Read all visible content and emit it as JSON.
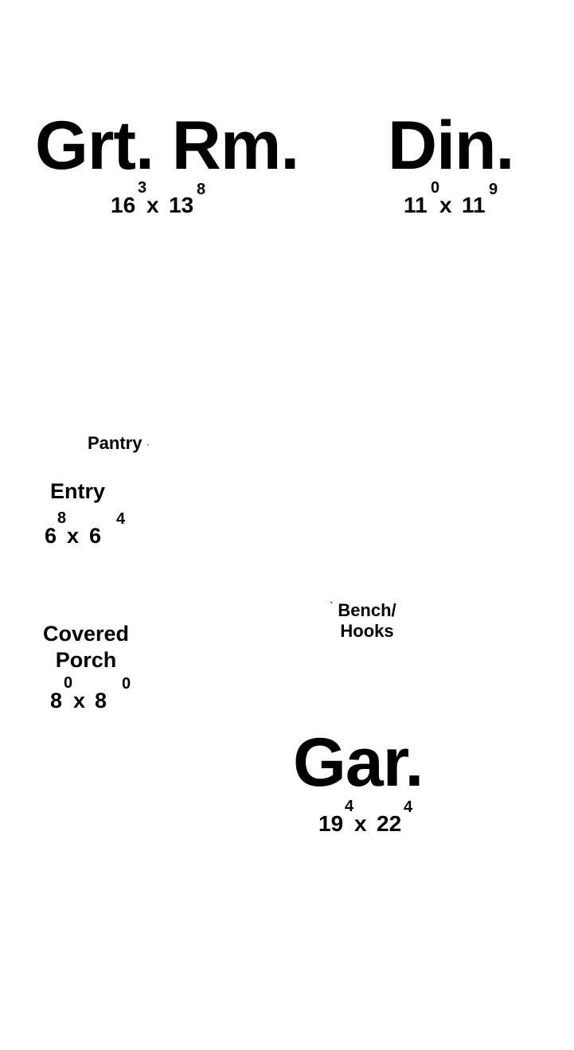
{
  "rooms": {
    "great_room": {
      "name": "Grt. Rm.",
      "width_ft": "16",
      "width_in": "3",
      "sep": "x",
      "length_ft": "13",
      "length_in": "8"
    },
    "dining": {
      "name": "Din.",
      "width_ft": "11",
      "width_in": "0",
      "sep": "x",
      "length_ft": "11",
      "length_in": "9"
    },
    "pantry": {
      "name": "Pantry"
    },
    "entry": {
      "name": "Entry",
      "width_ft": "6",
      "width_in": "8",
      "sep": "x",
      "length_ft": "6",
      "length_in": "4"
    },
    "covered_porch": {
      "name_line1": "Covered",
      "name_line2": "Porch",
      "width_ft": "8",
      "width_in": "0",
      "sep": "x",
      "length_ft": "8",
      "length_in": "0"
    },
    "bench_hooks": {
      "line1": "Bench/",
      "line2": "Hooks"
    },
    "garage": {
      "name": "Gar.",
      "width_ft": "19",
      "width_in": "4",
      "sep": "x",
      "length_ft": "22",
      "length_in": "4"
    }
  }
}
